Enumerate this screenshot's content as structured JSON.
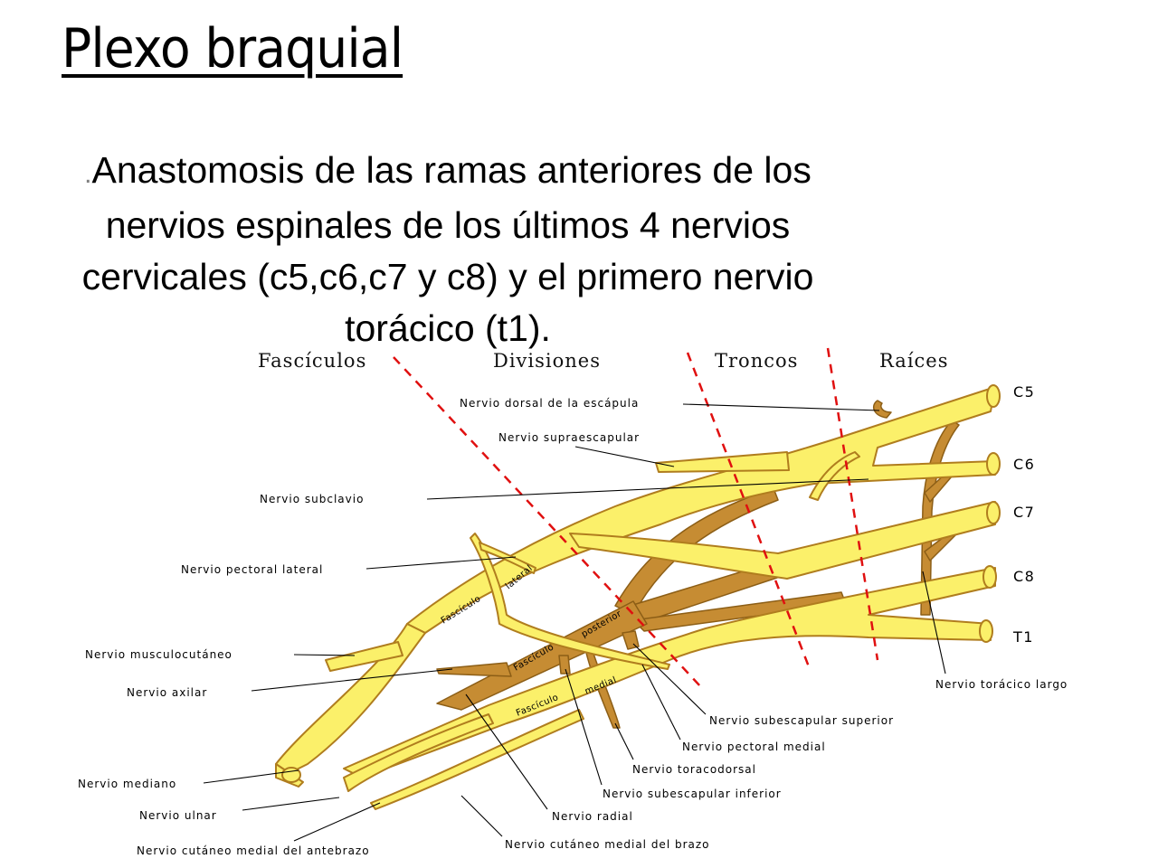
{
  "slide": {
    "title": "Plexo braquial",
    "bullet_marker": ".",
    "body": "Anastomosis de las ramas anteriores de los nervios espinales de los últimos 4 nervios cervicales (c5,c6,c7 y c8) y el primero nervio torácico (t1)."
  },
  "diagram": {
    "section_headers": [
      "Fascículos",
      "Divisiones",
      "Troncos",
      "Raíces"
    ],
    "roots": [
      "C5",
      "C6",
      "C7",
      "C8",
      "T1"
    ],
    "cord_labels": {
      "lateral": [
        "Fascículo",
        "lateral"
      ],
      "posterior": [
        "Fascículo",
        "posterior"
      ],
      "medial": [
        "Fascículo",
        "medial"
      ]
    },
    "nerve_labels": {
      "dorsal_escapula": "Nervio dorsal de la escápula",
      "supraescapular": "Nervio supraescapular",
      "subclavio": "Nervio subclavio",
      "pectoral_lateral": "Nervio pectoral lateral",
      "musculocutaneo": "Nervio musculocutáneo",
      "axilar": "Nervio axilar",
      "mediano": "Nervio mediano",
      "ulnar": "Nervio ulnar",
      "cutaneo_antebrazo": "Nervio cutáneo medial del antebrazo",
      "cutaneo_brazo": "Nervio cutáneo medial del brazo",
      "radial": "Nervio radial",
      "subescapular_inferior": "Nervio subescapular inferior",
      "toracodorsal": "Nervio toracodorsal",
      "pectoral_medial": "Nervio pectoral medial",
      "subescapular_superior": "Nervio subescapular superior",
      "toracico_largo": "Nervio torácico largo"
    },
    "colors": {
      "nerve_yellow": "#fbf06a",
      "nerve_outline": "#b07d1e",
      "posterior_brown": "#c68c33",
      "divider_red": "#e01010"
    }
  }
}
